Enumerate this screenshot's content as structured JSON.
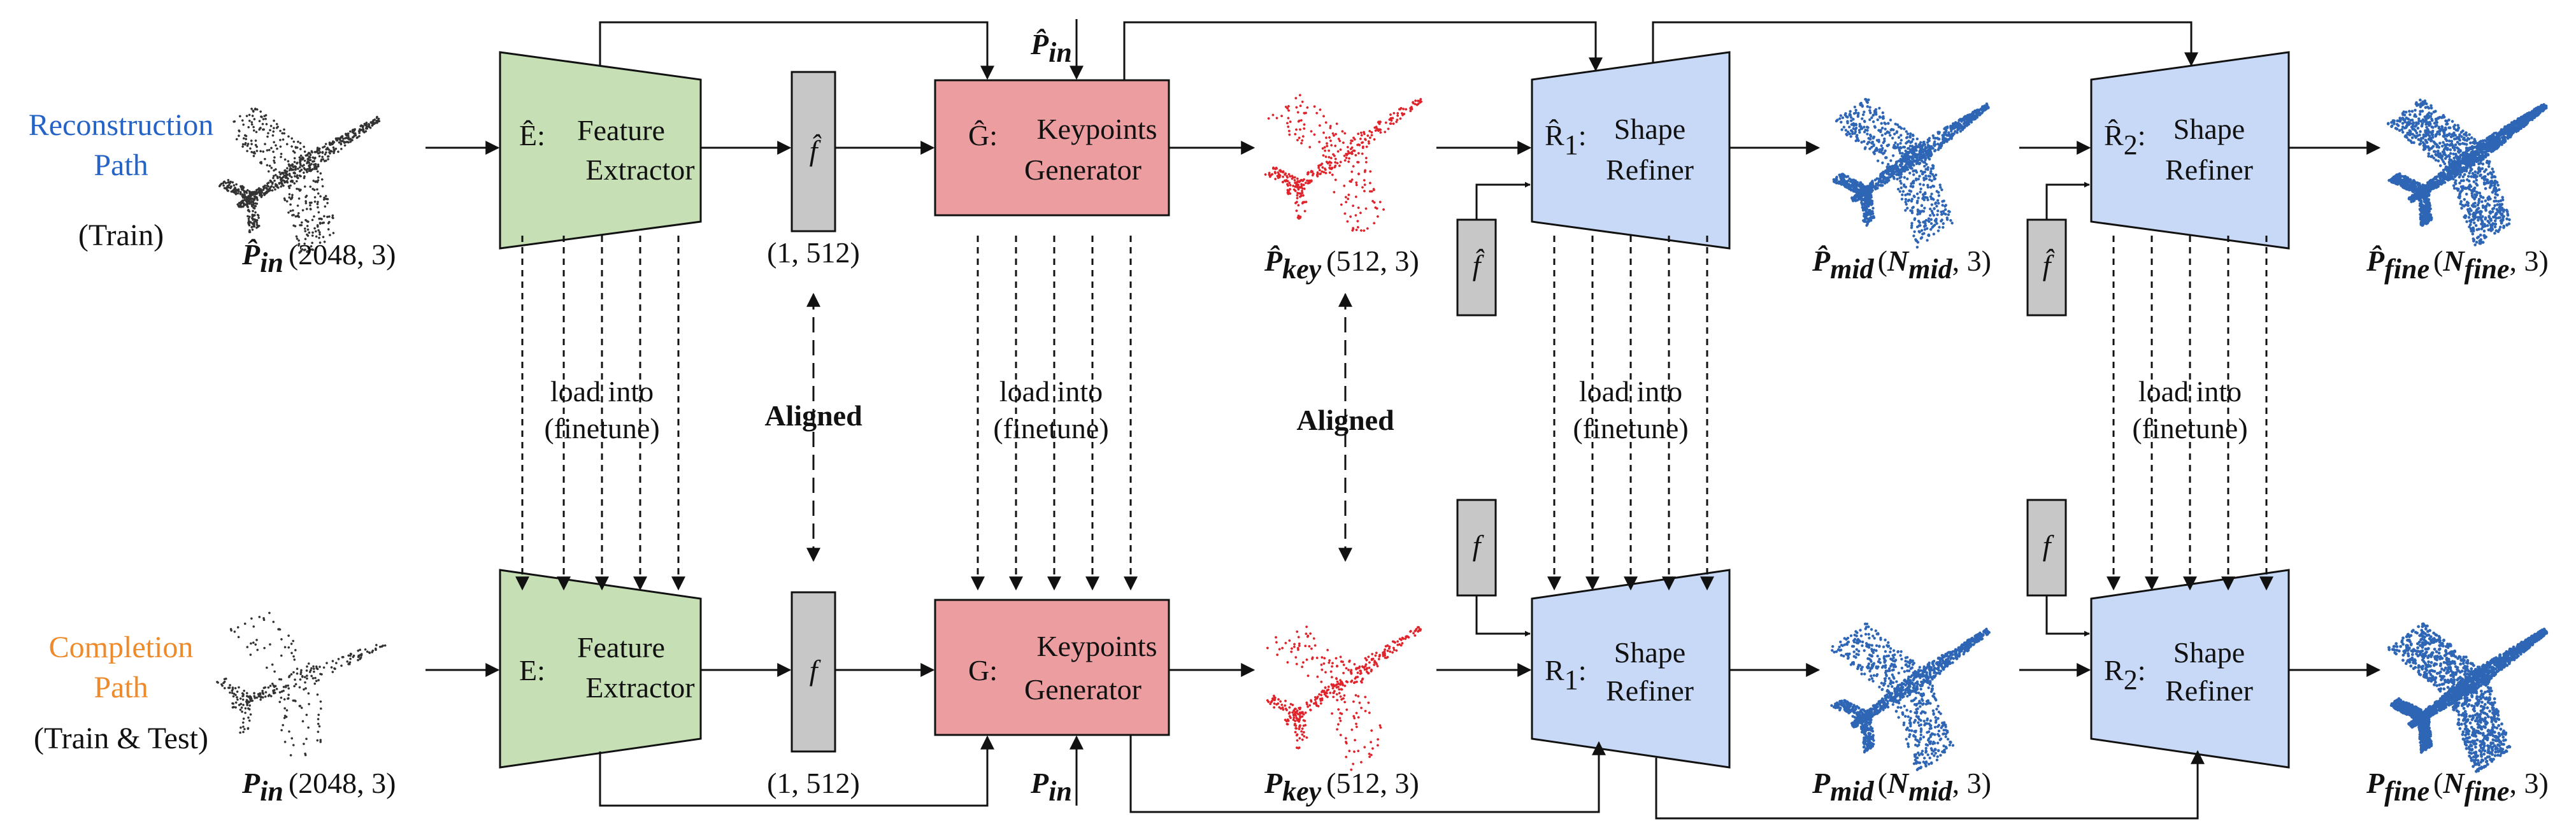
{
  "colors": {
    "reconstruction_label": "#2563c7",
    "completion_label": "#ef8a2b",
    "encoder_fill": "#c6dfb5",
    "generator_fill": "#ec9da0",
    "refiner_fill": "#c7d9f6",
    "feature_fill": "#c7c7c7",
    "keypoints_points": "#e0242b",
    "mid_fine_points": "#2e66b5",
    "input_points": "#333333"
  },
  "reconstruction_path": {
    "title_line1": "Reconstruction",
    "title_line2": "Path",
    "mode": "(Train)",
    "input_symbol": "P̂",
    "input_sub": "in",
    "input_shape": "(2048, 3)",
    "encoder_symbol": "Ê:",
    "encoder_line1": "Feature",
    "encoder_line2": "Extractor",
    "feature_symbol": "f̂",
    "feature_shape": "(1, 512)",
    "generator_symbol": "Ĝ:",
    "generator_line1": "Keypoints",
    "generator_line2": "Generator",
    "generator_input_symbol": "P̂",
    "generator_input_sub": "in",
    "keypoints_symbol": "P̂",
    "keypoints_sub": "key",
    "keypoints_shape": "(512, 3)",
    "refiner1_symbol": "R̂",
    "refiner1_sub": "1",
    "refiner2_symbol": "R̂",
    "refiner2_sub": "2",
    "refiner_line1": "Shape",
    "refiner_line2": "Refiner",
    "mid_symbol": "P̂",
    "mid_sub": "mid",
    "mid_n": "N",
    "mid_n_sub": "mid",
    "mid_tail": ", 3)",
    "fine_symbol": "P̂",
    "fine_sub": "fine",
    "fine_n": "N",
    "fine_n_sub": "fine",
    "fine_tail": ", 3)"
  },
  "completion_path": {
    "title_line1": "Completion",
    "title_line2": "Path",
    "mode": "(Train & Test)",
    "input_symbol": "P",
    "input_sub": "in",
    "input_shape": "(2048, 3)",
    "encoder_symbol": "E:",
    "encoder_line1": "Feature",
    "encoder_line2": "Extractor",
    "feature_symbol": "f",
    "feature_shape": "(1, 512)",
    "generator_symbol": "G:",
    "generator_line1": "Keypoints",
    "generator_line2": "Generator",
    "generator_input_symbol": "P",
    "generator_input_sub": "in",
    "keypoints_symbol": "P",
    "keypoints_sub": "key",
    "keypoints_shape": "(512, 3)",
    "refiner1_symbol": "R",
    "refiner1_sub": "1",
    "refiner2_symbol": "R",
    "refiner2_sub": "2",
    "refiner_line1": "Shape",
    "refiner_line2": "Refiner",
    "mid_symbol": "P",
    "mid_sub": "mid",
    "mid_n": "N",
    "mid_n_sub": "mid",
    "mid_tail": ", 3)",
    "fine_symbol": "P",
    "fine_sub": "fine",
    "fine_n": "N",
    "fine_n_sub": "fine",
    "fine_tail": ", 3)"
  },
  "connectors": {
    "load_line1": "load into",
    "load_line2": "(finetune)",
    "aligned": "Aligned"
  }
}
